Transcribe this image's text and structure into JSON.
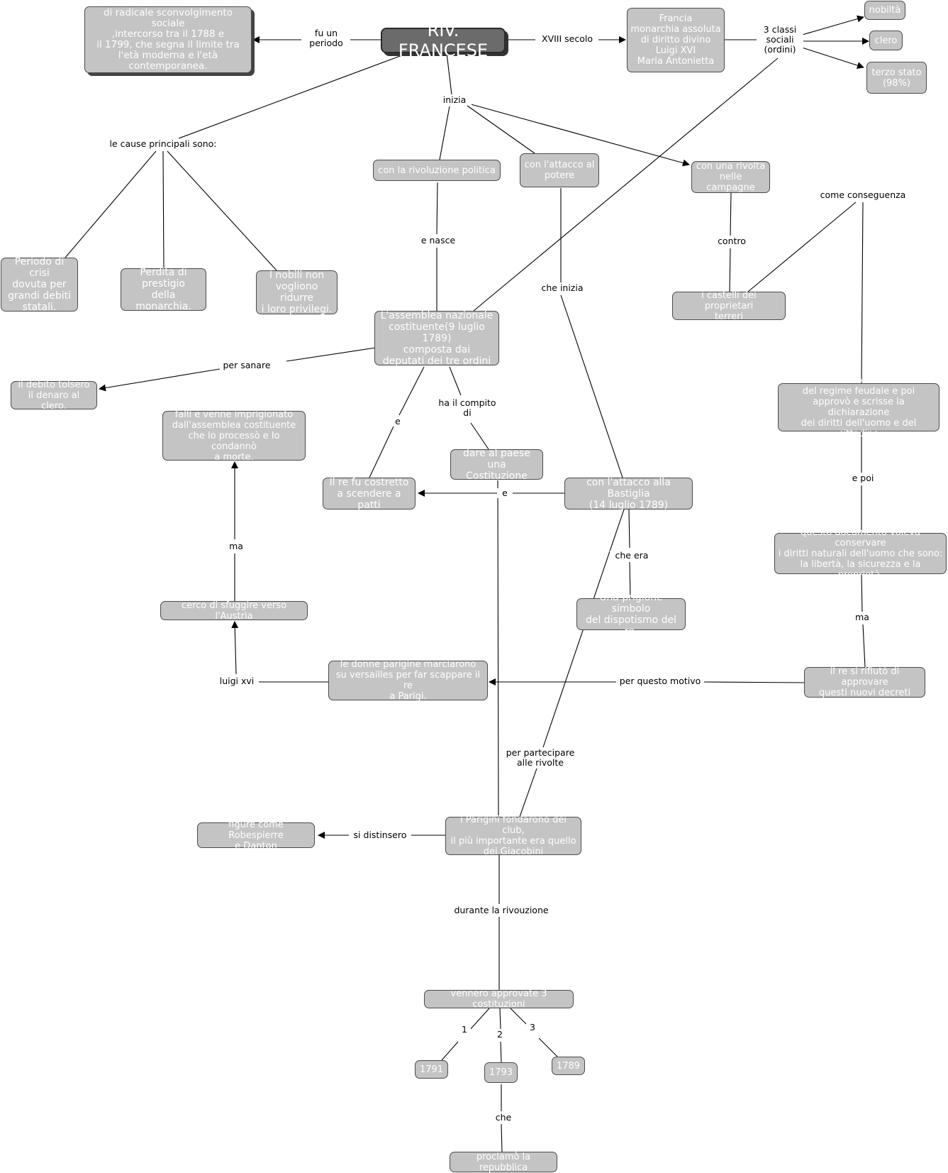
{
  "title": "RIV. FRANCESE",
  "nodes": {
    "periodo": "di radicale sconvolgimento sociale\n,intercorso tra il 1788 e\nil 1799, che segna il limite tra\nl'età moderna e l'età\ncontemporanea.",
    "francia": "Francia\nmonarchia assoluta\ndi diritto divino\nLuigi XVI\nMaria Antonietta",
    "nobilta": "nobiltà",
    "clero": "clero",
    "terzo": "terzo stato\n(98%)",
    "rivpolitica": "con la rivoluzione politica",
    "attaccopotere": "con l'attacco al\npotere",
    "rivolta": "con una rivolta\nnelle campagne",
    "crisi": "Periodo di crisi\ndovuta per\ngrandi debiti\nstatali.",
    "perdita": "Perdita di\nprestigio\ndella monarchia.",
    "nobili": "I nobili non\nvogliono ridurre\ni loro privilegi.",
    "castelli": "i castelli dei proprietari\nterreri",
    "assemblea": "L'assemblea nazionale\ncostituente(9 luglio 1789)\ncomposta dai\ndeputati dei tre ordini",
    "debito": "il debito tolsero\nil denaro al clero.",
    "votò": "L'assemblea votò l'abolizione\ndel regime feudale e poi\napprovò e scrisse la dichiarazione\ndei diritti dell'uomo  e del cittadino",
    "fallì": "fallì e venne imprigionato\ndall'assemblea costituente\nche lo processò e lo condannò\na morte.",
    "costituzione": "dare al paese una\nCostituzione",
    "recostretto": "Il re fu costretto\na scendere a patti",
    "bastiglia": "con l'attacco alla Bastiglia\n(14 luglio 1789)",
    "documento": "questo documento voleva conservare\ni diritti naturali dell'uomo che sono:\nla libertà, la sicurezza e la proprietà.",
    "austria": "cerco di sfuggire verso l'Austria",
    "prigione": "Una prigione simbolo\ndel dispotismo del re.",
    "donne": "le donne parigine marciarono\nsu versailles per far scappare il re\na Parigi.",
    "rifiuto": "il re si rifiutò di approvare\nquesti nuovi decreti",
    "figure": "figure come Robespierre\ne Danton",
    "club": "i Parigini fondarono dei club,\nil più importante era quello\ndei Giacobini",
    "costituzioni": "vennero approvate 3 costituzioni",
    "y1791": "1791",
    "y1793": "1793",
    "y1789": "1789",
    "repubblica": "proclamò la repubblica"
  },
  "labels": {
    "fuun": "fu un\nperiodo",
    "xviii": "XVIII secolo",
    "classi": "3 classi\nsociali\n(ordini)",
    "inizia": "inizia",
    "cause": "le cause principali sono:",
    "conseguenza": "come conseguenza",
    "enasce": "e nasce",
    "contro": "contro",
    "cheinizia": "che inizia",
    "persanare": "per sanare",
    "compito": "ha il compito\ndi",
    "e1": "e",
    "e2": "e",
    "epoi": "e poi",
    "ma1": "ma",
    "cheera": "che era",
    "ma2": "ma",
    "luigi": "luigi xvi",
    "motivo": "per questo motivo",
    "partecipare": "per partecipare\nalle rivolte",
    "distinsero": "si distinsero",
    "durante": "durante la rivouzione",
    "n1": "1",
    "n2": "2",
    "n3": "3",
    "che": "che"
  }
}
